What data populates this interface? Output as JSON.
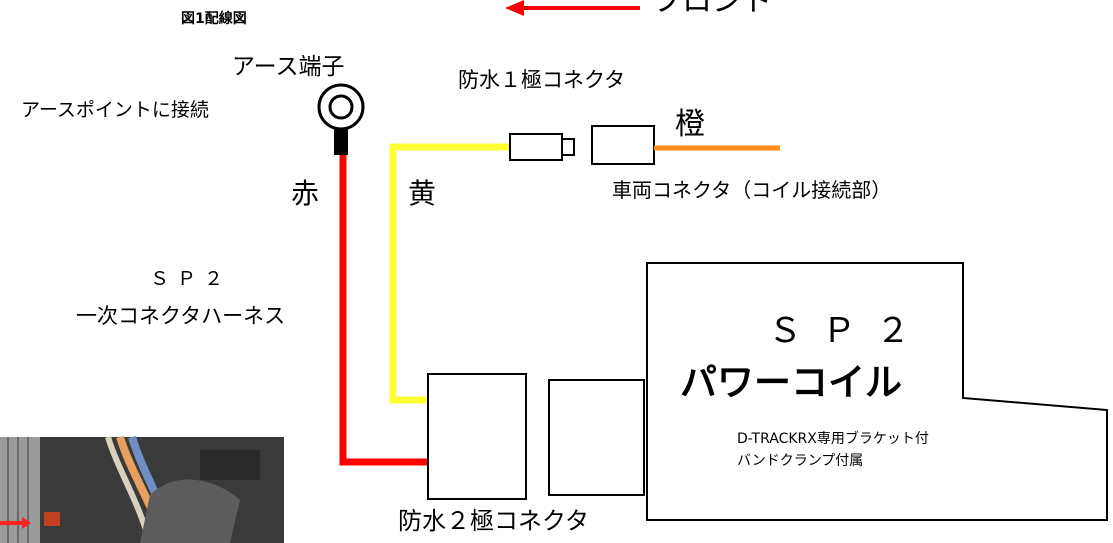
{
  "title": "図1配線図",
  "front_label": "フロント",
  "ground_terminal_label": "アース端子",
  "ground_point_label": "アースポイントに接続",
  "single_pole_connector_label": "防水１極コネクタ",
  "orange_wire_label": "橙",
  "red_wire_label": "赤",
  "yellow_wire_label": "黄",
  "vehicle_connector_label": "車両コネクタ（コイル接続部）",
  "harness_label_line1": "ＳＰ２",
  "harness_label_line2": "一次コネクタハーネス",
  "coil_label_line1": "ＳＰ２",
  "coil_label_line2": "パワーコイル",
  "coil_note_line1": "D-TRACKRX専用ブラケット付",
  "coil_note_line2": "バンドクランプ付属",
  "two_pole_connector_label": "防水２極コネクタ",
  "colors": {
    "red_wire": "#ff0000",
    "yellow_wire": "#ffff33",
    "orange_wire": "#ff8c1a",
    "front_arrow": "#ff0000",
    "outline": "#000000"
  }
}
